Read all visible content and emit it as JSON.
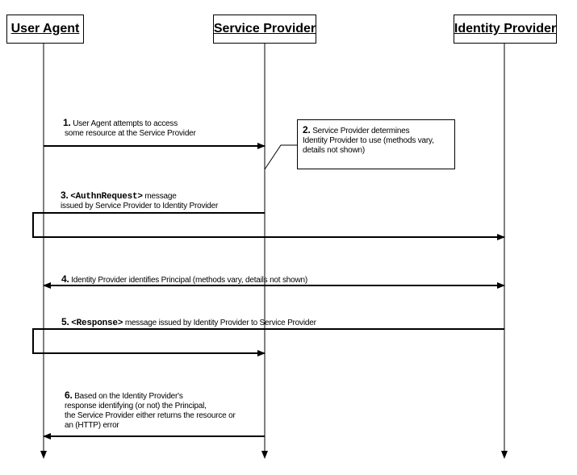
{
  "actors": {
    "user_agent": "User Agent",
    "service_provider": "Service Provider",
    "identity_provider": "Identity Provider"
  },
  "steps": [
    {
      "num": "1.",
      "lines": [
        "User Agent attempts to access",
        "some resource at the Service Provider"
      ]
    },
    {
      "num": "2.",
      "lines": [
        "Service Provider determines",
        "Identity Provider to use (methods vary,",
        "details not shown)"
      ]
    },
    {
      "num": "3.",
      "tag": "<AuthnRequest>",
      "lines": [
        "message",
        "issued by Service Provider to Identity Provider"
      ]
    },
    {
      "num": "4.",
      "lines": [
        "Identity Provider identifies Principal (methods vary, details not shown)"
      ]
    },
    {
      "num": "5.",
      "tag": "<Response>",
      "lines": [
        "message issued  by Identity Provider to Service Provider"
      ]
    },
    {
      "num": "6.",
      "lines": [
        "Based on the Identity Provider's",
        "response identifying (or not) the Principal,",
        "the Service Provider either returns the resource or",
        "an (HTTP) error"
      ]
    }
  ]
}
